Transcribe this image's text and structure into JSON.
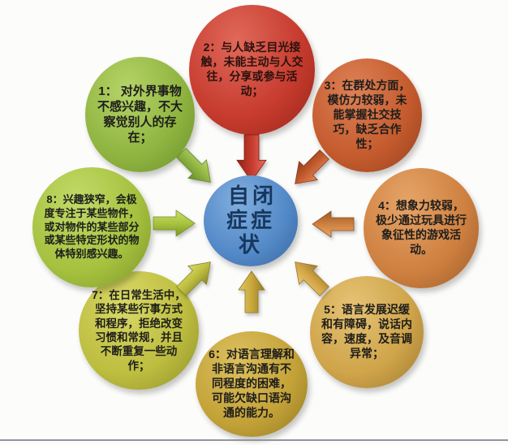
{
  "diagram": {
    "title": "自闭症症状",
    "background_color": "#fcfcfb",
    "text_color": "#1d1d1b",
    "divider_color": "#90969c",
    "center": {
      "label": "自闭症症状",
      "display": "自闭\n症症\n状",
      "bg_color": "#5289c7",
      "text_color": "#17375e"
    },
    "items": [
      {
        "num": "1",
        "position": "top-left",
        "color": "#8fb440",
        "text": "1： 对外界事物不感兴趣，不大察觉别人的存在；"
      },
      {
        "num": "2",
        "position": "top",
        "color": "#c63b2e",
        "text": "2：与人缺乏目光接触，未能主动与人交往，分享或参与活动；"
      },
      {
        "num": "3",
        "position": "top-right",
        "color": "#c45b2e",
        "text": "3：在群处方面，模仿力较弱，未能掌握社交技巧，缺乏合作性；"
      },
      {
        "num": "4",
        "position": "right",
        "color": "#ce8040",
        "text": "4：想象力较弱，极少通过玩具进行象征性的游戏活动。"
      },
      {
        "num": "5",
        "position": "bottom-right",
        "color": "#d2a546",
        "text": "5：语言发展迟缓和有障碍，说话内容，速度，及音调异常；"
      },
      {
        "num": "6",
        "position": "bottom",
        "color": "#c9a83c",
        "text": "6：对语言理解和非语言沟通有不同程度的困难，可能欠缺口语沟通的能力。"
      },
      {
        "num": "7",
        "position": "bottom-left",
        "color": "#bdbd40",
        "text": "7：在日常生活中，坚持某些行事方式和程序，拒绝改变习惯和常规，并且不断重复一些动作；"
      },
      {
        "num": "8",
        "position": "left",
        "color": "#a8c43e",
        "text": "8：兴趣狭窄，会极度专注于某些物件，或对物件的某些部分或某些特定形状的物体特别感兴趣。"
      }
    ],
    "arrows": [
      {
        "name": "arrow-from-symptom-1-icon",
        "direction": "down-right",
        "color": "#8fb440"
      },
      {
        "name": "arrow-from-symptom-2-icon",
        "direction": "down",
        "color": "#c63b2e"
      },
      {
        "name": "arrow-from-symptom-3-icon",
        "direction": "down-left",
        "color": "#c45b2e"
      },
      {
        "name": "arrow-from-symptom-4-icon",
        "direction": "left",
        "color": "#ce8040"
      },
      {
        "name": "arrow-from-symptom-5-icon",
        "direction": "up-left",
        "color": "#d2a546"
      },
      {
        "name": "arrow-from-symptom-6-icon",
        "direction": "up",
        "color": "#c9a83c"
      },
      {
        "name": "arrow-from-symptom-7-icon",
        "direction": "up-right",
        "color": "#bdbd40"
      },
      {
        "name": "arrow-from-symptom-8-icon",
        "direction": "right",
        "color": "#a8c43e"
      }
    ]
  }
}
